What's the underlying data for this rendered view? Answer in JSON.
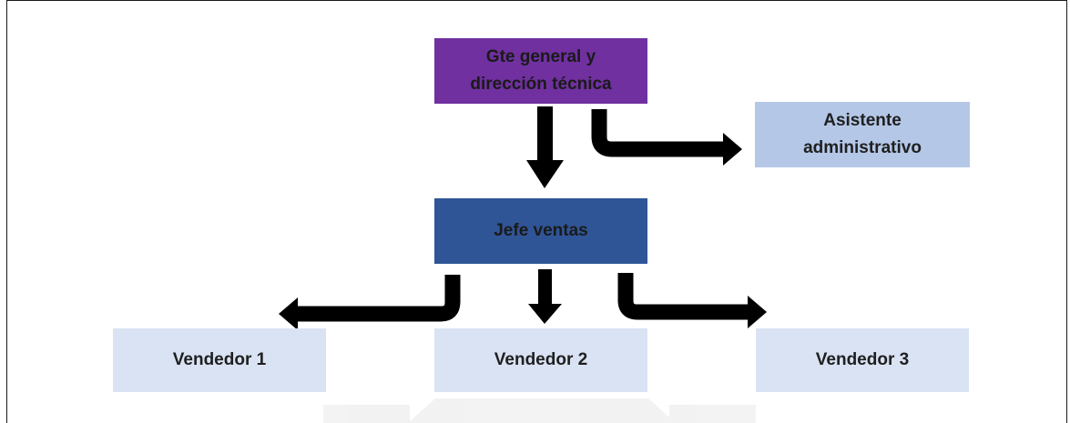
{
  "diagram": {
    "type": "org-chart",
    "nodes": {
      "gerente": "Gte general y\ndirección técnica",
      "asistente": "Asistente\nadministrativo",
      "jefe": "Jefe ventas",
      "vendedor1": "Vendedor 1",
      "vendedor2": "Vendedor 2",
      "vendedor3": "Vendedor 3"
    },
    "edges": [
      {
        "from": "gerente",
        "to": "jefe"
      },
      {
        "from": "gerente",
        "to": "asistente"
      },
      {
        "from": "jefe",
        "to": "vendedor1"
      },
      {
        "from": "jefe",
        "to": "vendedor2"
      },
      {
        "from": "jefe",
        "to": "vendedor3"
      }
    ],
    "colors": {
      "gerente": "#7030a0",
      "jefe": "#2f5597",
      "asistente": "#b4c7e7",
      "vendedores": "#dae3f3",
      "arrows": "#000000"
    }
  }
}
